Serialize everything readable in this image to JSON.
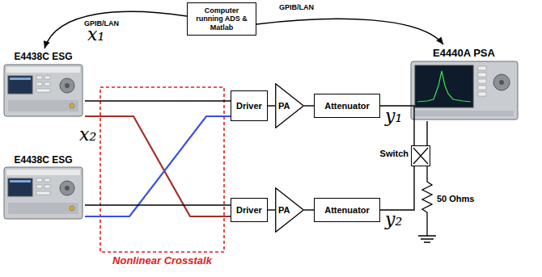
{
  "diagram": {
    "nodes": [
      {
        "text": [
          "Computer running ADS & Matlab"
        ]
      },
      {
        "text": [
          "E4438C ESG"
        ]
      },
      {
        "text": [
          "E4438C ESG"
        ]
      },
      {
        "text": [
          "E4440A PSA"
        ]
      },
      {
        "text": [
          "Driver"
        ]
      },
      {
        "text": [
          "PA"
        ]
      },
      {
        "text": [
          "Attenuator"
        ]
      },
      {
        "text": [
          "Driver"
        ]
      },
      {
        "text": [
          "PA"
        ]
      },
      {
        "text": [
          "Attenuator"
        ]
      },
      {
        "text": [
          "Switch"
        ]
      }
    ],
    "edges": [
      {
        "from": 0,
        "to": 1,
        "arrow": "to",
        "label": "GPIB/LAN"
      },
      {
        "from": 0,
        "to": 3,
        "arrow": "to",
        "label": "GPIB/LAN"
      },
      {
        "from": 1,
        "to": 4,
        "arrow": "none"
      },
      {
        "from": 1,
        "to": 7,
        "arrow": "none"
      },
      {
        "from": 2,
        "to": 4,
        "arrow": "none"
      },
      {
        "from": 2,
        "to": 7,
        "arrow": "none"
      },
      {
        "from": 4,
        "to": 5,
        "arrow": "none"
      },
      {
        "from": 5,
        "to": 6,
        "arrow": "none"
      },
      {
        "from": 7,
        "to": 8,
        "arrow": "none"
      },
      {
        "from": 8,
        "to": 9,
        "arrow": "none"
      },
      {
        "from": 6,
        "to": 10,
        "arrow": "none"
      },
      {
        "from": 9,
        "to": 10,
        "arrow": "none"
      },
      {
        "from": 10,
        "to": 3,
        "arrow": "none"
      }
    ],
    "labels": [
      "x₁",
      "x₂",
      "y₁",
      "y₂",
      "Nonlinear Crosstalk",
      "50 Ohms"
    ]
  }
}
